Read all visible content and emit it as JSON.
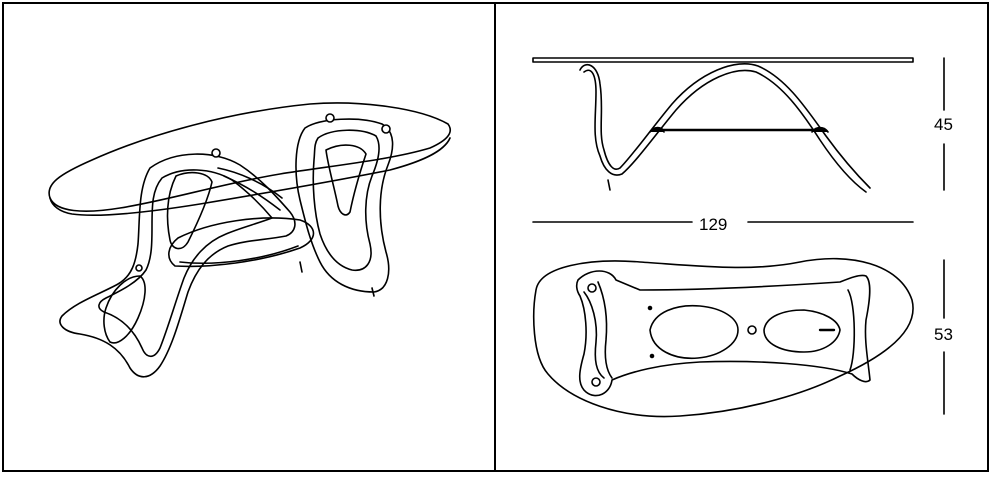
{
  "dimensions": {
    "width": "129",
    "height": "45",
    "depth": "53"
  },
  "panels": [
    {
      "name": "perspective-view"
    },
    {
      "name": "technical-views"
    }
  ]
}
